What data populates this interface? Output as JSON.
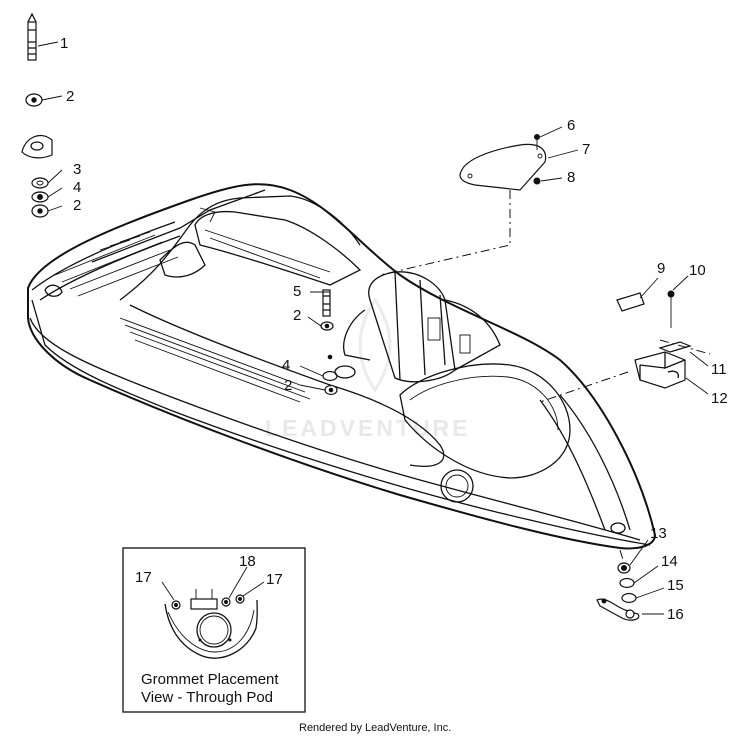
{
  "callouts": {
    "c1": "1",
    "c2a": "2",
    "c3": "3",
    "c4a": "4",
    "c2b": "2",
    "c5": "5",
    "c2c": "2",
    "c4b": "4",
    "c2d": "2",
    "c6": "6",
    "c7": "7",
    "c8": "8",
    "c9": "9",
    "c10": "10",
    "c11": "11",
    "c12": "12",
    "c13": "13",
    "c14": "14",
    "c15": "15",
    "c16": "16",
    "c17a": "17",
    "c18": "18",
    "c17b": "17"
  },
  "inset": {
    "caption_line1": "Grommet Placement",
    "caption_line2": "View - Through Pod"
  },
  "watermark": "LEADVENTURE",
  "footer": "Rendered by LeadVenture, Inc."
}
